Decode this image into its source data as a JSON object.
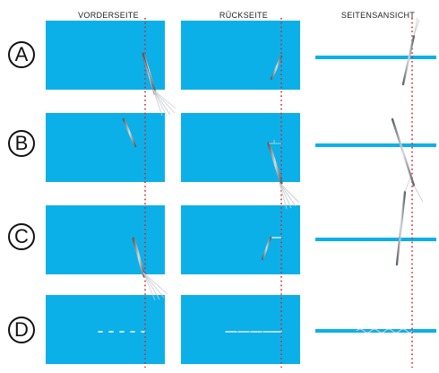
{
  "headers": {
    "front": "VORDERSEITE",
    "back": "RÜCKSEITE",
    "side": "SEITENSANSICHT"
  },
  "rows": [
    "A",
    "B",
    "C",
    "D"
  ],
  "colors": {
    "fabric": "#0bb0e8",
    "guide_line": "#d8262e",
    "needle": "#8a8f94",
    "thread": "#c8cbd0"
  },
  "icons": [
    "needle-icon",
    "thread-icon",
    "stitch-icon"
  ]
}
